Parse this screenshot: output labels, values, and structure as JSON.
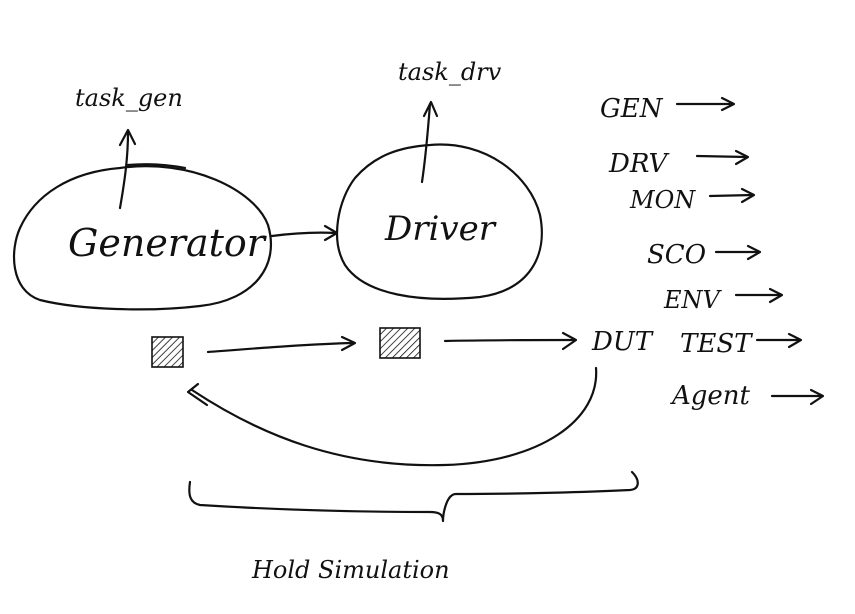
{
  "diagram": {
    "nodes": {
      "generator": "Generator",
      "driver": "Driver",
      "dut": "DUT"
    },
    "tasks": {
      "generator_task": "task_gen",
      "driver_task": "task_drv"
    },
    "components": [
      "GEN",
      "DRV",
      "MON",
      "SCO",
      "ENV",
      "TEST",
      "Agent"
    ],
    "caption": "Hold Simulation"
  }
}
